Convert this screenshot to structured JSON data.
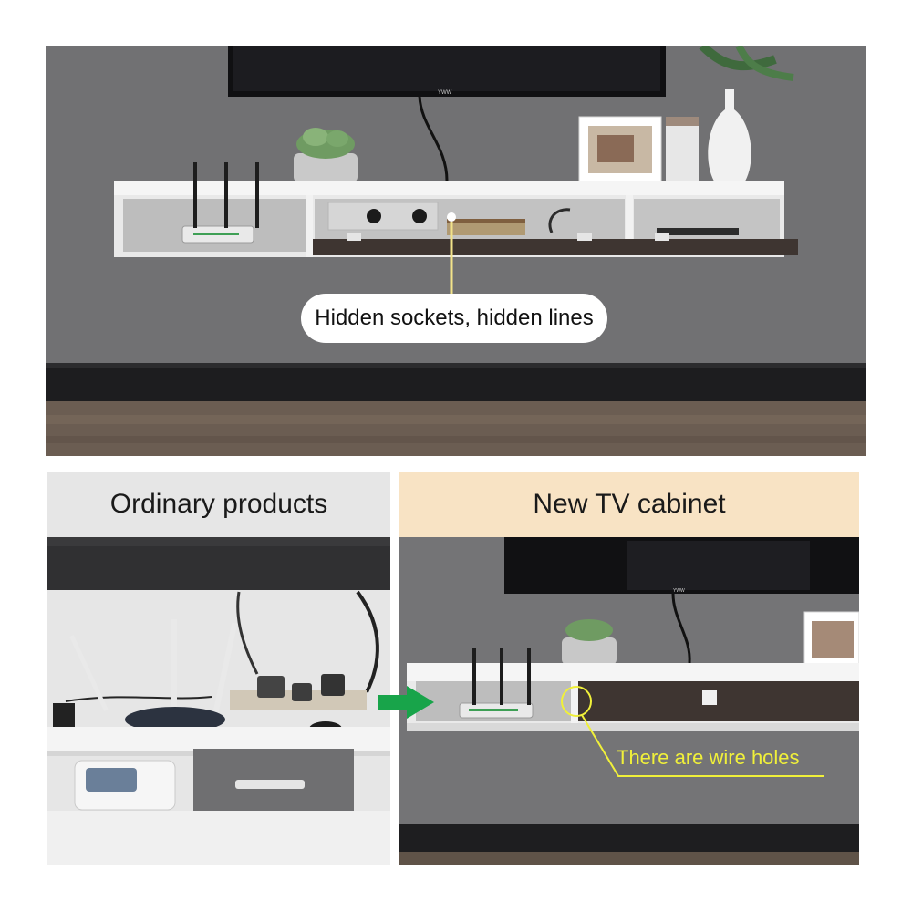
{
  "top_photo": {
    "callout": "Hidden sockets, hidden lines",
    "tv_brand": "YWW"
  },
  "comparison": {
    "left_title": "Ordinary products",
    "right_title": "New TV cabinet",
    "wire_hole_label": "There are wire holes"
  },
  "colors": {
    "wall": "#6f6f71",
    "cabinet_white": "#f2f2f2",
    "drawer_dark": "#3e3531",
    "floor": "#6b5d52",
    "callout_line": "#f2e38a",
    "wire_label": "#f0f03a",
    "arrow": "#18a44a",
    "right_header_bg": "#f8e3c4",
    "left_header_bg": "#e6e6e6"
  }
}
